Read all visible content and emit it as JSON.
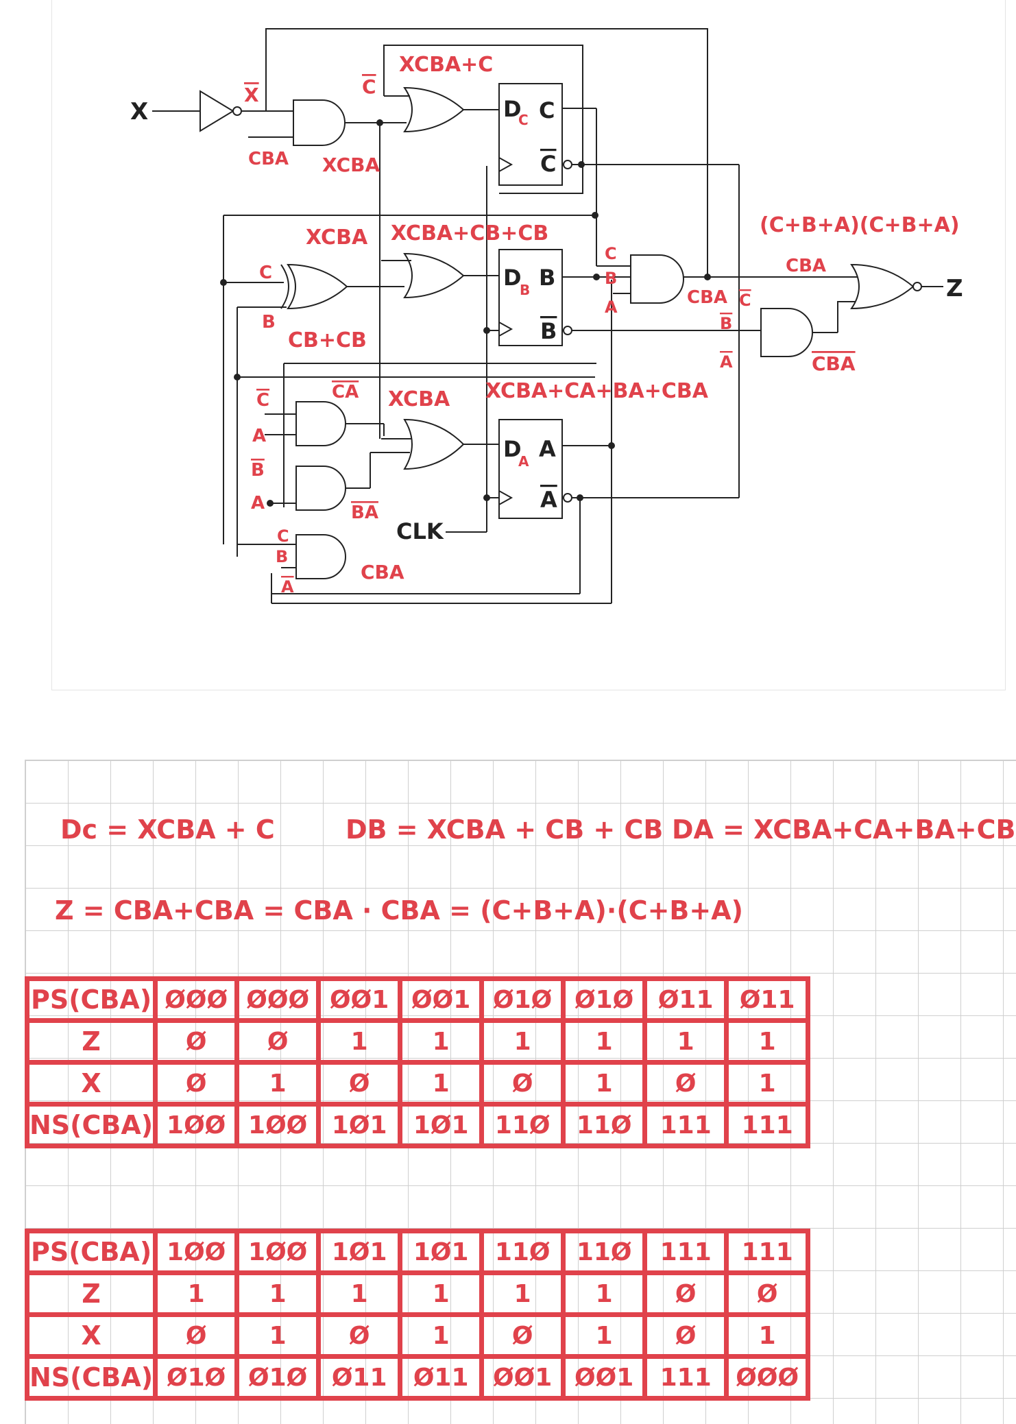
{
  "diagram": {
    "input_x": "X",
    "clk": "CLK",
    "output_z": "Z",
    "ff": [
      {
        "d": "D",
        "sub": "C",
        "q": "C",
        "qn": "C"
      },
      {
        "d": "D",
        "sub": "B",
        "q": "B",
        "qn": "B"
      },
      {
        "d": "D",
        "sub": "A",
        "q": "A",
        "qn": "A"
      }
    ],
    "annot": {
      "xbar": "X",
      "cba_in": "CBA",
      "xcba_out": "XCBA",
      "cbar_in": "C",
      "dc_expr": "XCBA+C",
      "xcba_b": "XCBA",
      "db_expr": "XCBA+CB+CB",
      "xor_c": "C",
      "xor_b": "B",
      "xor_out": "CB+CB",
      "and_c": "C",
      "and_b": "B",
      "and_a": "A",
      "cba_mid": "CBA",
      "cba_top": "CBA",
      "nor_expr": "(C+B+A)(C+B+A)",
      "cbar2": "C",
      "bbar2": "B",
      "abar2": "A",
      "cbabar": "CBA",
      "cbar3": "C",
      "a3": "A",
      "bbar3": "B",
      "a4": "A",
      "c4": "C",
      "b4": "B",
      "abar4": "A",
      "ca": "CA",
      "xcba_c": "XCBA",
      "da_expr": "XCBA+CA+BA+CBA",
      "ba": "BA",
      "cba_low": "CBA"
    }
  },
  "equations": {
    "dc": "Dc = XCBA + C",
    "db": "DB = XCBA + CB + CB",
    "da": "DA = XCBA+CA+BA+CBA",
    "z": "Z = CBA+CBA = CBA · CBA = (C+B+A)·(C+B+A)"
  },
  "table1": {
    "rows": [
      [
        "PS(CBA)",
        "ØØØ",
        "ØØØ",
        "ØØ1",
        "ØØ1",
        "Ø1Ø",
        "Ø1Ø",
        "Ø11",
        "Ø11"
      ],
      [
        "Z",
        "Ø",
        "Ø",
        "1",
        "1",
        "1",
        "1",
        "1",
        "1"
      ],
      [
        "X",
        "Ø",
        "1",
        "Ø",
        "1",
        "Ø",
        "1",
        "Ø",
        "1"
      ],
      [
        "NS(CBA)",
        "1ØØ",
        "1ØØ",
        "1Ø1",
        "1Ø1",
        "11Ø",
        "11Ø",
        "111",
        "111"
      ]
    ]
  },
  "table2": {
    "rows": [
      [
        "PS(CBA)",
        "1ØØ",
        "1ØØ",
        "1Ø1",
        "1Ø1",
        "11Ø",
        "11Ø",
        "111",
        "111"
      ],
      [
        "Z",
        "1",
        "1",
        "1",
        "1",
        "1",
        "1",
        "Ø",
        "Ø"
      ],
      [
        "X",
        "Ø",
        "1",
        "Ø",
        "1",
        "Ø",
        "1",
        "Ø",
        "1"
      ],
      [
        "NS(CBA)",
        "Ø1Ø",
        "Ø1Ø",
        "Ø11",
        "Ø11",
        "ØØ1",
        "ØØ1",
        "111",
        "ØØØ"
      ]
    ]
  },
  "colors": {
    "ink": "#e0424b",
    "wire": "#222222"
  }
}
